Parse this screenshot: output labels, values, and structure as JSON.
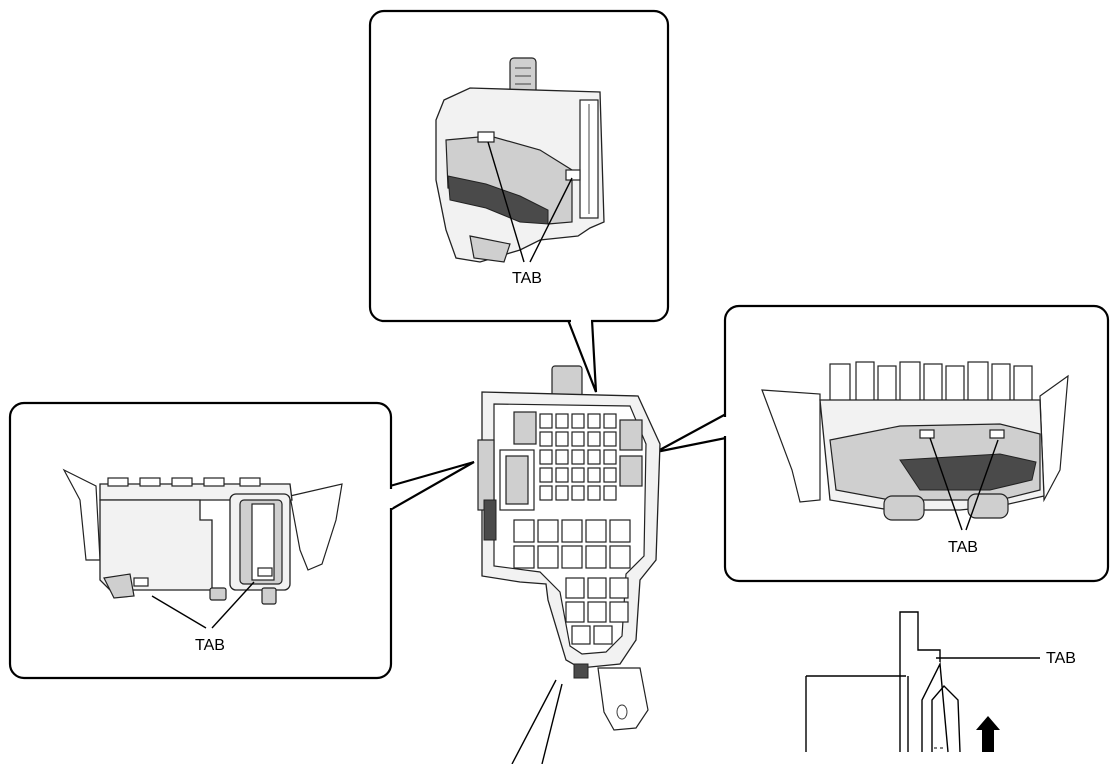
{
  "labels": {
    "top_tab": "TAB",
    "left_tab": "TAB",
    "right_tab": "TAB",
    "detail_tab": "TAB"
  }
}
